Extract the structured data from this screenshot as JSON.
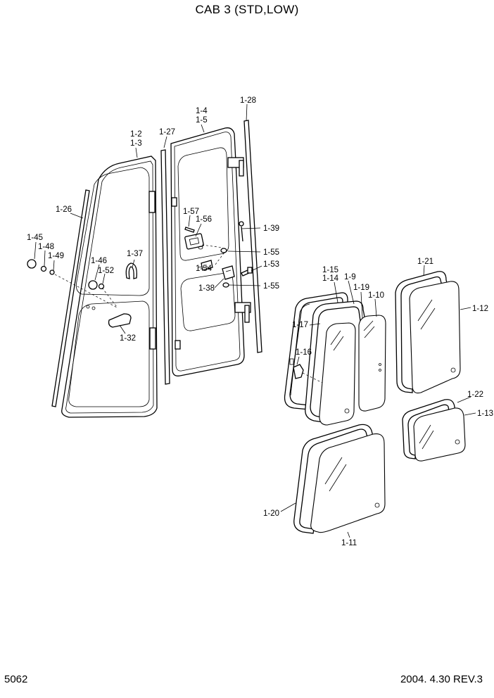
{
  "title": "CAB 3 (STD,LOW)",
  "page_number": "5062",
  "revision": "2004. 4.30 REV.3",
  "labels": {
    "l_1_2": "1-2",
    "l_1_3": "1-3",
    "l_1_4": "1-4",
    "l_1_5": "1-5",
    "l_1_9": "1-9",
    "l_1_10": "1-10",
    "l_1_11": "1-11",
    "l_1_12": "1-12",
    "l_1_13": "1-13",
    "l_1_14": "1-14",
    "l_1_15": "1-15",
    "l_1_16": "1-16",
    "l_1_17": "1-17",
    "l_1_19": "1-19",
    "l_1_20": "1-20",
    "l_1_21": "1-21",
    "l_1_22": "1-22",
    "l_1_26": "1-26",
    "l_1_27": "1-27",
    "l_1_28": "1-28",
    "l_1_32": "1-32",
    "l_1_37": "1-37",
    "l_1_38": "1-38",
    "l_1_39": "1-39",
    "l_1_45": "1-45",
    "l_1_46": "1-46",
    "l_1_48": "1-48",
    "l_1_49": "1-49",
    "l_1_52": "1-52",
    "l_1_53": "1-53",
    "l_1_54": "1-54",
    "l_1_55a": "1-55",
    "l_1_55b": "1-55",
    "l_1_56": "1-56",
    "l_1_57": "1-57"
  }
}
